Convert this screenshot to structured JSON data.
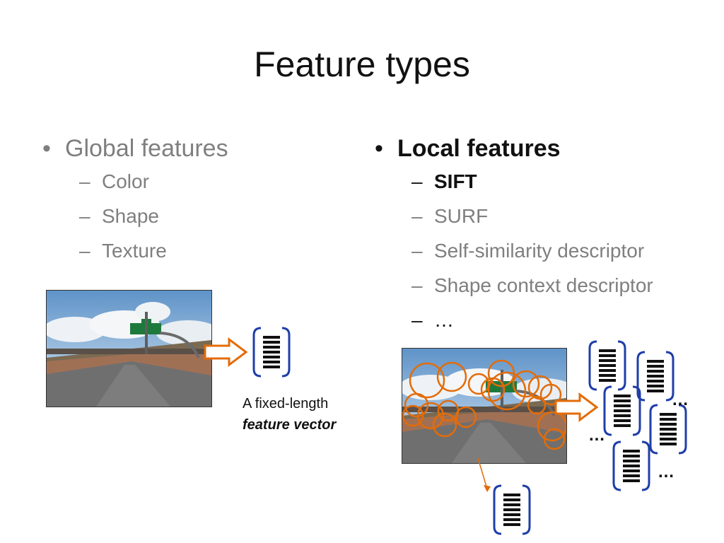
{
  "title": "Feature types",
  "left": {
    "heading": "Global features",
    "items": [
      "Color",
      "Shape",
      "Texture"
    ]
  },
  "right": {
    "heading": "Local features",
    "items": [
      "SIFT",
      "SURF",
      "Self-similarity descriptor",
      "Shape context descriptor",
      "…"
    ]
  },
  "caption": {
    "line1": "A fixed-length",
    "line2": "feature vector"
  },
  "ellipsis": "…",
  "icons": {
    "bullet": "•",
    "dash": "–"
  },
  "colors": {
    "accent_orange": "#e36c09",
    "bracket_blue": "#1f3ea8",
    "text_gray": "#7f7f7f"
  }
}
